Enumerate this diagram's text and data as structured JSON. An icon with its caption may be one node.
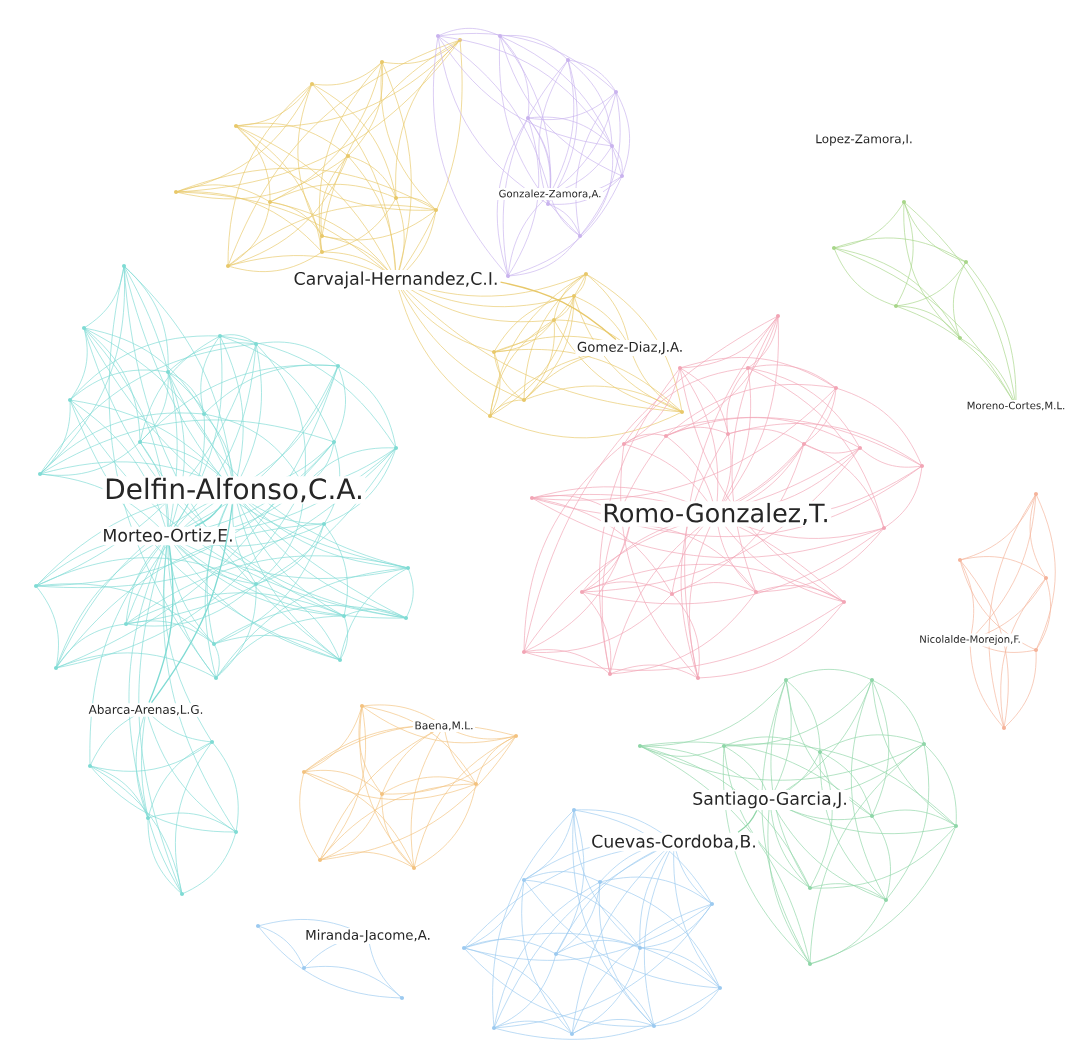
{
  "diagram": {
    "nodes": [
      {
        "text": [
          "Delfin-Alfonso,C.A."
        ]
      },
      {
        "text": [
          "Morteo-Ortiz,E."
        ]
      },
      {
        "text": [
          "Abarca-Arenas,L.G."
        ]
      },
      {
        "text": [
          "Carvajal-Hernandez,C.I."
        ]
      },
      {
        "text": [
          "Gonzalez-Zamora,A."
        ]
      },
      {
        "text": [
          "Lopez-Zamora,I."
        ]
      },
      {
        "text": [
          "Gomez-Diaz,J.A."
        ]
      },
      {
        "text": [
          "Moreno-Cortes,M.L."
        ]
      },
      {
        "text": [
          "Romo-Gonzalez,T."
        ]
      },
      {
        "text": [
          "Nicolalde-Morejon,F."
        ]
      },
      {
        "text": [
          "Baena,M.L."
        ]
      },
      {
        "text": [
          "Santiago-Garcia,J."
        ]
      },
      {
        "text": [
          "Cuevas-Cordoba,B."
        ]
      },
      {
        "text": [
          "Miranda-Jacome,A."
        ]
      }
    ],
    "edges": [
      {
        "from": 0,
        "to": 1,
        "arrow": "none",
        "color": "#7fdbd4"
      },
      {
        "from": 0,
        "to": 2,
        "arrow": "none",
        "color": "#7fdbd4"
      },
      {
        "from": 1,
        "to": 2,
        "arrow": "none",
        "color": "#7fdbd4"
      },
      {
        "from": 3,
        "to": 6,
        "arrow": "none",
        "color": "#e8c86a"
      },
      {
        "from": 11,
        "to": 12,
        "arrow": "none",
        "color": "#8fd6a8"
      }
    ]
  }
}
